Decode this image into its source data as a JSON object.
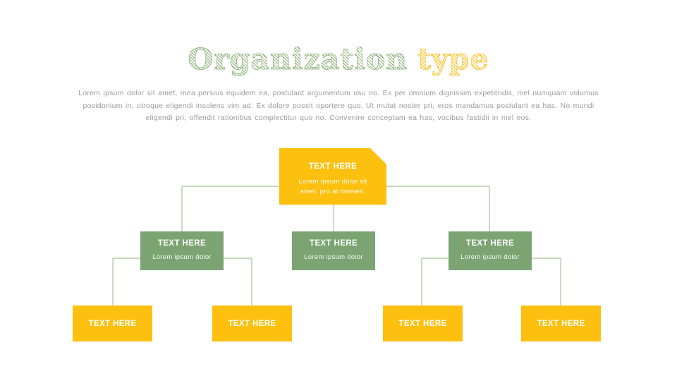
{
  "slide": {
    "title_part_green": "Organization",
    "title_part_yellow": "type",
    "body": "Lorem ipsum dolor sit amet, mea persius equidem ea, postulant argumentum usu no. Ex per omnium dignissim expetendis,  mel numquam volumus posidonium  in, utroque eligendi  insolens  vim ad. Ex dolore possit oportere quo. Ut mutat noster pri, eros mandamus postulant  ea has. No mundi eligendi pri, offendit rationibus complectitur quo no. Convenire conceptam  ea has, vocibus fastidii in mel eos."
  },
  "colors": {
    "yellow": "#fdc00f",
    "green": "#7ba472",
    "connector": "#b5cda4",
    "body_text": "#9a9a9a",
    "title_green": "#8fb37d",
    "title_yellow": "#fbc01a"
  },
  "chart_data": {
    "type": "diagram",
    "subtype": "organization-chart",
    "title": "Organization type",
    "levels": 3,
    "nodes": [
      {
        "id": "root",
        "level": 0,
        "heading": "TEXT HERE",
        "description": "Lorem ipsum dolor sit amet, pro at timeam.",
        "color": "#fdc00f",
        "shape": "folded-corner-rect"
      },
      {
        "id": "mid-1",
        "level": 1,
        "heading": "TEXT HERE",
        "description": "Lorem ipsum dolor",
        "color": "#7ba472",
        "shape": "rect"
      },
      {
        "id": "mid-2",
        "level": 1,
        "heading": "TEXT HERE",
        "description": "Lorem ipsum dolor",
        "color": "#7ba472",
        "shape": "rect"
      },
      {
        "id": "mid-3",
        "level": 1,
        "heading": "TEXT HERE",
        "description": "Lorem ipsum dolor",
        "color": "#7ba472",
        "shape": "rect"
      },
      {
        "id": "leaf-1",
        "level": 2,
        "heading": "TEXT HERE",
        "description": "",
        "color": "#fdc00f",
        "shape": "rect"
      },
      {
        "id": "leaf-2",
        "level": 2,
        "heading": "TEXT HERE",
        "description": "",
        "color": "#fdc00f",
        "shape": "rect"
      },
      {
        "id": "leaf-3",
        "level": 2,
        "heading": "TEXT HERE",
        "description": "",
        "color": "#fdc00f",
        "shape": "rect"
      },
      {
        "id": "leaf-4",
        "level": 2,
        "heading": "TEXT HERE",
        "description": "",
        "color": "#fdc00f",
        "shape": "rect"
      }
    ],
    "edges": [
      {
        "from": "root",
        "to": "mid-1"
      },
      {
        "from": "root",
        "to": "mid-2"
      },
      {
        "from": "root",
        "to": "mid-3"
      },
      {
        "from": "mid-1",
        "to": "leaf-1"
      },
      {
        "from": "mid-1",
        "to": "leaf-2"
      },
      {
        "from": "mid-3",
        "to": "leaf-3"
      },
      {
        "from": "mid-3",
        "to": "leaf-4"
      }
    ]
  },
  "nodes": {
    "root": {
      "heading": "TEXT HERE",
      "description": "Lorem ipsum dolor sit amet, pro at timeam."
    },
    "mid_1": {
      "heading": "TEXT HERE",
      "description": "Lorem ipsum dolor"
    },
    "mid_2": {
      "heading": "TEXT HERE",
      "description": "Lorem ipsum dolor"
    },
    "mid_3": {
      "heading": "TEXT HERE",
      "description": "Lorem ipsum dolor"
    },
    "leaf_1": {
      "heading": "TEXT HERE"
    },
    "leaf_2": {
      "heading": "TEXT HERE"
    },
    "leaf_3": {
      "heading": "TEXT HERE"
    },
    "leaf_4": {
      "heading": "TEXT HERE"
    }
  }
}
